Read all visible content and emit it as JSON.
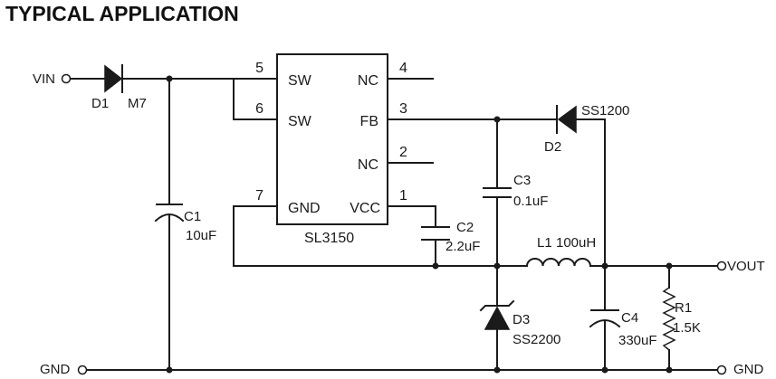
{
  "title": "TYPICAL APPLICATION",
  "ic": {
    "part": "SL3150",
    "pins": {
      "p5": {
        "num": "5",
        "name": "SW"
      },
      "p6": {
        "num": "6",
        "name": "SW"
      },
      "p7": {
        "num": "7",
        "name": "GND"
      },
      "p4": {
        "num": "4",
        "name": "NC"
      },
      "p3": {
        "num": "3",
        "name": "FB"
      },
      "p2": {
        "num": "2",
        "name": "NC"
      },
      "p1": {
        "num": "1",
        "name": "VCC"
      }
    }
  },
  "nets": {
    "vin": "VIN",
    "vout": "VOUT",
    "gnd_left": "GND",
    "gnd_right": "GND"
  },
  "components": {
    "d1": {
      "ref": "D1",
      "part": "M7"
    },
    "d2": {
      "ref": "D2",
      "part": "SS1200"
    },
    "d3": {
      "ref": "D3",
      "part": "SS2200"
    },
    "c1": {
      "ref": "C1",
      "value": "10uF"
    },
    "c2": {
      "ref": "C2",
      "value": "2.2uF"
    },
    "c3": {
      "ref": "C3",
      "value": "0.1uF"
    },
    "c4": {
      "ref": "C4",
      "value": "330uF"
    },
    "l1": {
      "ref": "L1",
      "value": "100uH"
    },
    "r1": {
      "ref": "R1",
      "value": "1.5K"
    }
  }
}
